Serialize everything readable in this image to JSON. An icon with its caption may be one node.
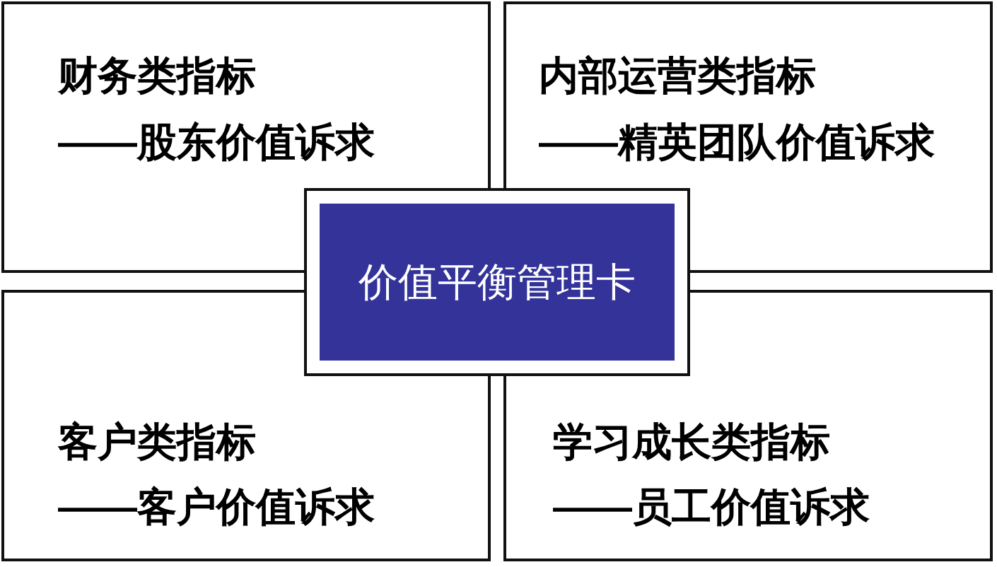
{
  "diagram": {
    "nodes": [
      {
        "text": [
          "财务类指标",
          "——股东价值诉求"
        ]
      },
      {
        "text": [
          "内部运营类指标",
          "——精英团队价值诉求"
        ]
      },
      {
        "text": [
          "价值平衡管理卡"
        ]
      },
      {
        "text": [
          "客户类指标",
          "——客户价值诉求"
        ]
      },
      {
        "text": [
          "学习成长类指标",
          "——员工价值诉求"
        ]
      }
    ]
  }
}
